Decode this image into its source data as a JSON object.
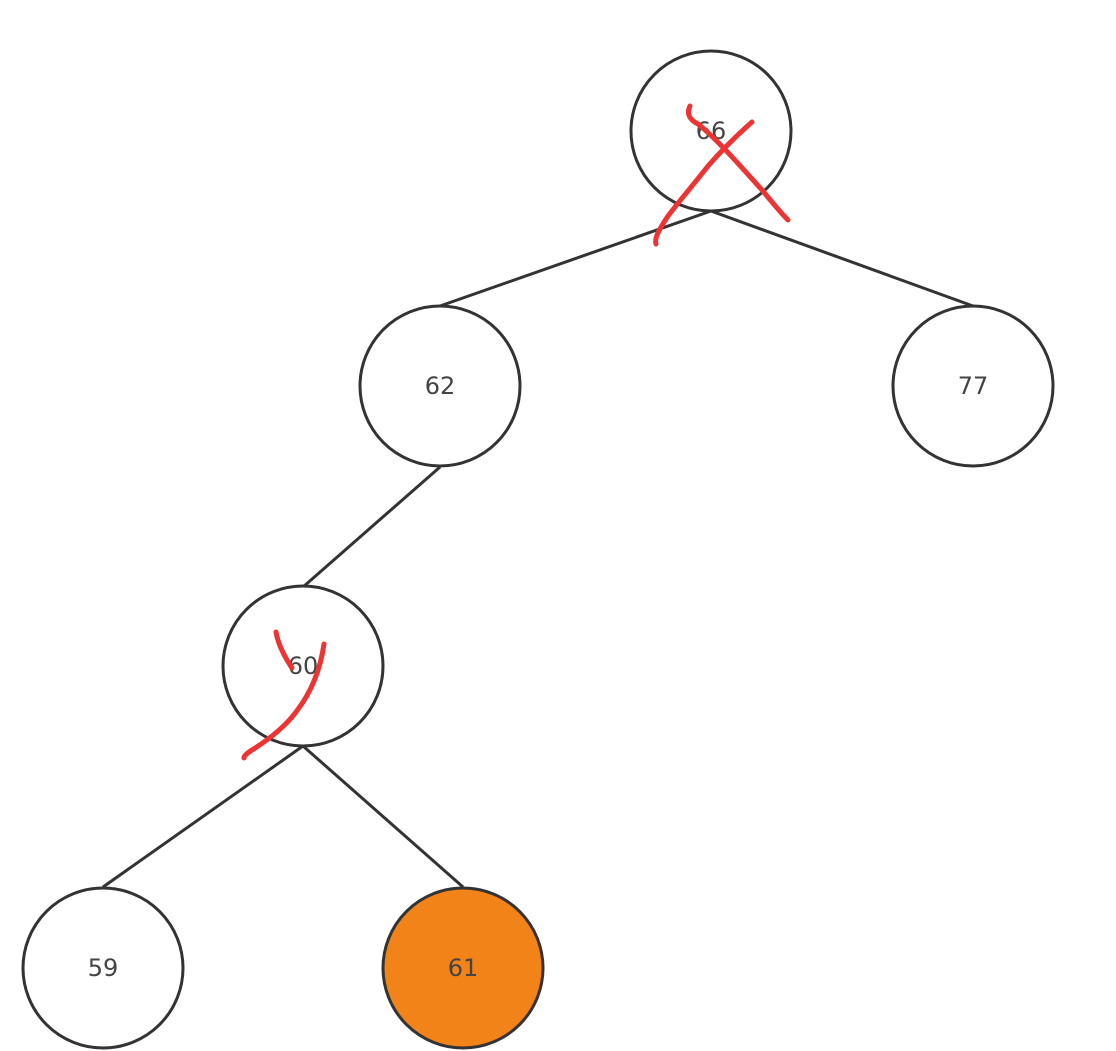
{
  "colors": {
    "node_fill": "#ffffff",
    "highlight_fill": "#f28318",
    "edge": "#333333",
    "strike": "#ee3333"
  },
  "tree": {
    "nodes": {
      "n66": {
        "label": "66",
        "struck": true,
        "highlight": false
      },
      "n62": {
        "label": "62",
        "struck": false,
        "highlight": false
      },
      "n77": {
        "label": "77",
        "struck": false,
        "highlight": false
      },
      "n60": {
        "label": "60",
        "struck": true,
        "highlight": false
      },
      "n59": {
        "label": "59",
        "struck": false,
        "highlight": false
      },
      "n61": {
        "label": "61",
        "struck": false,
        "highlight": true
      }
    },
    "edges": [
      {
        "from": "n66",
        "to": "n62"
      },
      {
        "from": "n66",
        "to": "n77"
      },
      {
        "from": "n62",
        "to": "n60"
      },
      {
        "from": "n60",
        "to": "n59"
      },
      {
        "from": "n60",
        "to": "n61"
      }
    ]
  }
}
